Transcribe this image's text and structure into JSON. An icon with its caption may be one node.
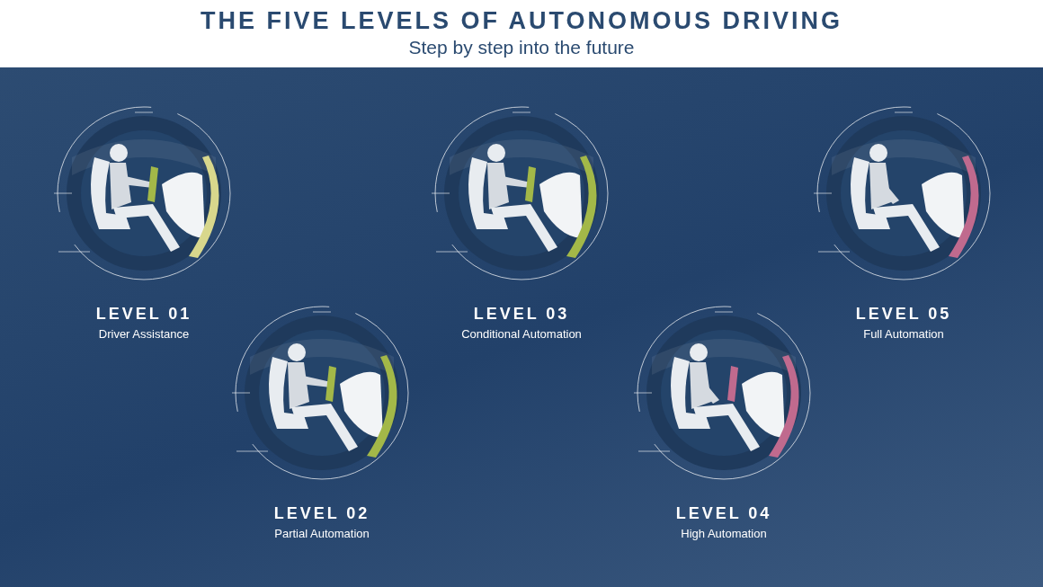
{
  "diagram": {
    "title": "THE FIVE LEVELS OF AUTONOMOUS DRIVING",
    "nodes": [
      {
        "text": [
          "LEVEL 01",
          "Driver Assistance"
        ]
      },
      {
        "text": [
          "LEVEL 02",
          "Partial Automation"
        ]
      },
      {
        "text": [
          "LEVEL 03",
          "Conditional Automation"
        ]
      },
      {
        "text": [
          "LEVEL 04",
          "High Automation"
        ]
      },
      {
        "text": [
          "LEVEL 05",
          "Full Automation"
        ]
      }
    ],
    "labels": [
      "Step by step into the future"
    ]
  }
}
